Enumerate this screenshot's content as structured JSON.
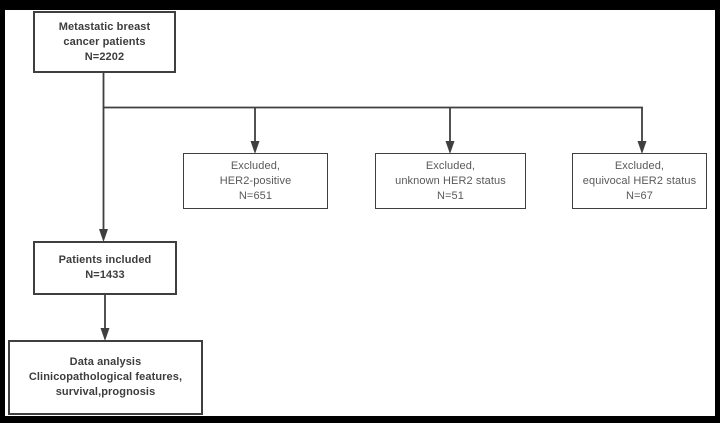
{
  "boxes": {
    "source": {
      "text": "Metastatic breast\ncancer patients\nN=2202"
    },
    "excluded_positive": {
      "text": "Excluded,\nHER2-positive\nN=651"
    },
    "excluded_unknown": {
      "text": "Excluded,\nunknown HER2 status\nN=51"
    },
    "excluded_equivocal": {
      "text": "Excluded,\nequivocal HER2 status\nN=67"
    },
    "included": {
      "text": "Patients included\nN=1433"
    },
    "analysis": {
      "text": "Data analysis\nClinicopathological features,\nsurvival,prognosis"
    }
  },
  "counts": {
    "total": 2202,
    "excluded_her2_positive": 651,
    "excluded_unknown_her2": 51,
    "excluded_equivocal_her2": 67,
    "included": 1433
  },
  "colors": {
    "frame": "#000000",
    "background": "#ffffff",
    "box_border": "#3f3f3f",
    "connector_line": "#3f3f3f",
    "text_bold": "#3d3d3d",
    "text_regular": "#595959"
  }
}
